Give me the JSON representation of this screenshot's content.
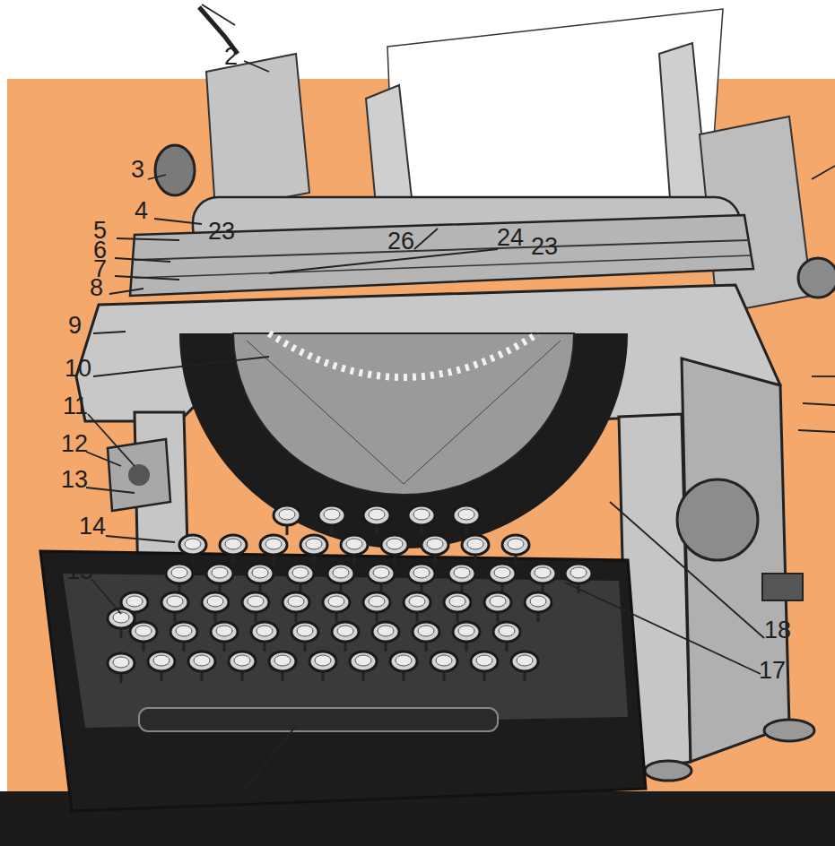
{
  "diagram": {
    "labels": [
      "2",
      "3",
      "4",
      "5",
      "6",
      "7",
      "8",
      "9",
      "10",
      "11",
      "12",
      "13",
      "14",
      "15",
      "23",
      "26",
      "24",
      "23",
      "18",
      "17"
    ]
  }
}
